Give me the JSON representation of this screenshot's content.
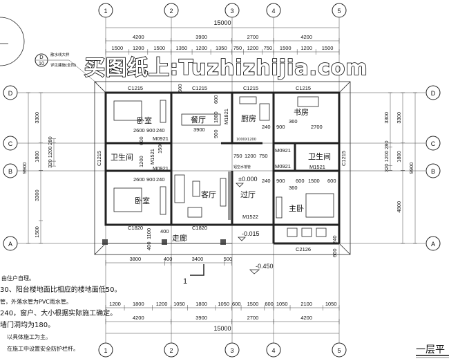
{
  "watermark": "买图纸上:Tuzhizhijia.com",
  "drawing_title": "一层平",
  "axes": {
    "columns": [
      "1",
      "2",
      "3",
      "4",
      "5"
    ],
    "rows": [
      "D",
      "C",
      "B",
      "A"
    ]
  },
  "top_dims": {
    "overall": "15000",
    "bays": [
      "4200",
      "3900",
      "2700",
      "4200"
    ],
    "openings": [
      "1500",
      "1200",
      "1500",
      "1350",
      "1200",
      "1350",
      "750",
      "1200",
      "750",
      "1500",
      "1200",
      "1500"
    ]
  },
  "bottom_dims": {
    "overall": "15000",
    "bays": [
      "4200",
      "3900",
      "2700",
      "4200"
    ],
    "openings": [
      "1200",
      "1800",
      "1200",
      "1050",
      "1800",
      "1050",
      "600",
      "1500",
      "600",
      "1050",
      "2100",
      "1050"
    ],
    "porch": [
      "3800",
      "400",
      "3400",
      "500"
    ]
  },
  "left_dims": {
    "overall": "9900",
    "bays": [
      "3300",
      "1800",
      "3300",
      "1500"
    ],
    "openings": [
      "280",
      "1200",
      "320"
    ]
  },
  "right_dims": {
    "overall": "9900",
    "bays": [
      "3300",
      "1800",
      "4800"
    ],
    "openings": [
      "3300",
      "280",
      "1200",
      "320"
    ]
  },
  "rooms": {
    "bedroom1": "卧室",
    "bedroom2": "卧室",
    "bath1": "卫生间",
    "bath2": "卫生间",
    "dining": "餐厅",
    "kitchen": "厨房",
    "study": "书房",
    "living": "客厅",
    "hall": "过厅",
    "master": "主卧",
    "corridor": "走廊"
  },
  "windows": {
    "w_top1": "C1215",
    "w_top2": "C1215",
    "w_top3": "C1215",
    "w_top4": "C1215",
    "w_left": "C1215",
    "w_right": "C1215",
    "w_c1820a": "C1820",
    "w_c1820b": "C1820",
    "w_c2126": "C2126"
  },
  "doors": {
    "d1": "M0921",
    "d2": "M1521",
    "d3": "M0921",
    "d4": "M1821",
    "d5": "M0921",
    "d6": "M0921",
    "d7": "M1521",
    "d8": "M1522"
  },
  "elevations": {
    "floor": "±0.000",
    "entry": "-0.015",
    "ground": "-0.450"
  },
  "inner_dims": {
    "a": "2600",
    "b": "900",
    "c": "240",
    "d": "2600",
    "e": "900",
    "f": "240",
    "g": "3900",
    "h": "1800",
    "i": "600",
    "j": "900",
    "k": "750",
    "l": "1200",
    "m": "750",
    "n": "900",
    "o": "360",
    "p": "2700",
    "q": "240",
    "r": "900",
    "s": "600",
    "t": "1500",
    "u": "600",
    "v": "360",
    "w": "240",
    "x": "600",
    "y": "400",
    "z": "1100",
    "aa": "400",
    "bb": "600",
    "cc": "240",
    "dd": "1500",
    "ee": "1200",
    "ff": "600"
  },
  "callout": {
    "num": "D",
    "sheet": "10",
    "line1": "散水线大样",
    "line2": "详见建施(全同)"
  },
  "section_mark": "1",
  "annotation_drain": "铝空水落管",
  "annotation_hood": "1000X1200",
  "notes": [
    "由住户自理。",
    "30、阳台楼地面比相应的楼地面低50。",
    "管，外落水管为PVC雨水管。",
    "240，窗户、大小根据实际施工确定。",
    "墙门洞均为180。",
    "以具体施工为主。",
    "在施工中设置安全防护栏杆。"
  ]
}
